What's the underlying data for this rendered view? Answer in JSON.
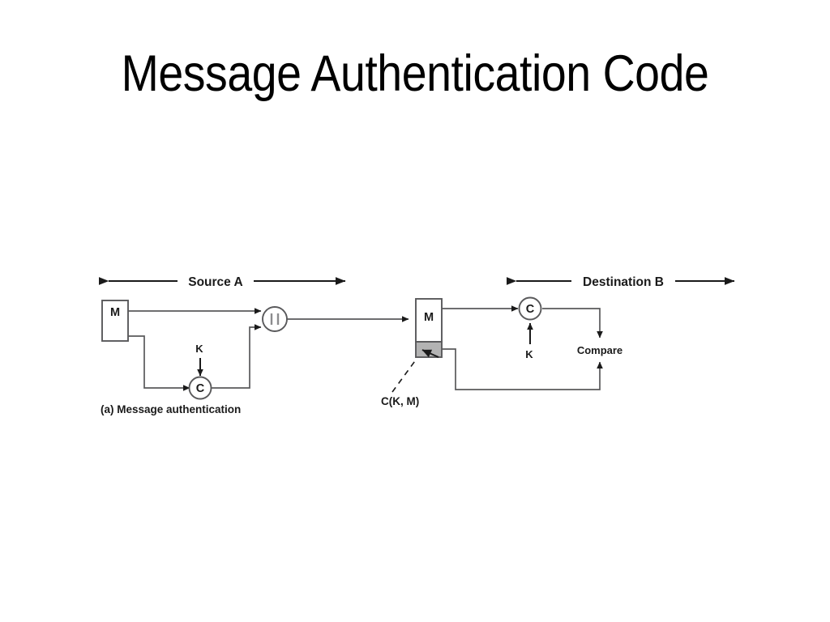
{
  "slide": {
    "title": "Message Authentication Code",
    "background_color": "#ffffff",
    "title_color": "#000000"
  },
  "diagram": {
    "name": "message-authentication-mac-diagram",
    "caption": "(a) Message authentication",
    "colors": {
      "line": "#59595b",
      "ink": "#1a1a1a",
      "mac_fill": "#b3b3b3",
      "box_fill": "#ffffff"
    },
    "source": {
      "header": "Source A",
      "message_box_label": "M",
      "key_label": "K",
      "mac_function_label": "C",
      "concat_label": "||"
    },
    "destination": {
      "header": "Destination B",
      "message_box_label": "M",
      "key_label": "K",
      "mac_function_label": "C",
      "compare_label": "Compare",
      "mac_annotation": "C(K, M)"
    }
  }
}
